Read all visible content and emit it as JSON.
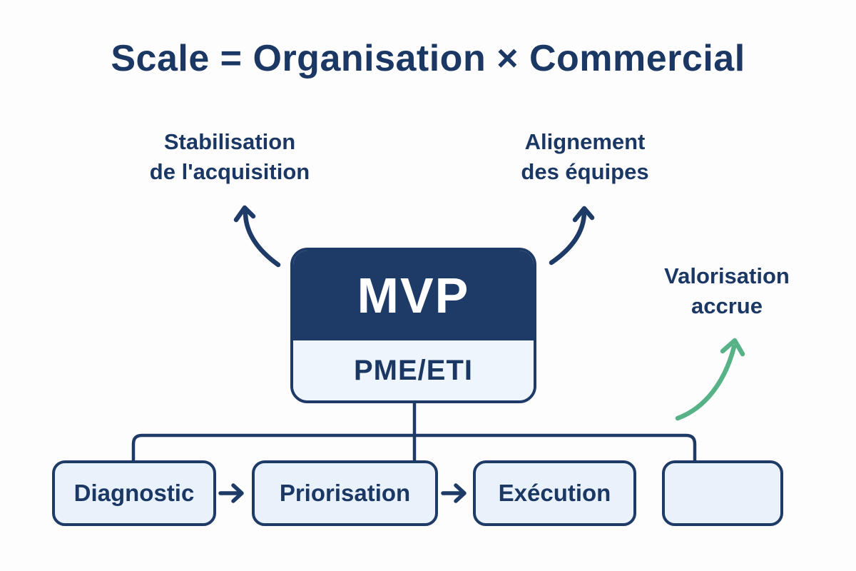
{
  "title": "Scale = Organisation × Commercial",
  "annotations": {
    "stabilisation": {
      "line1": "Stabilisation",
      "line2": "de l'acquisition"
    },
    "alignement": {
      "line1": "Alignement",
      "line2": "des équipes"
    },
    "valorisation": {
      "line1": "Valorisation",
      "line2": "accrue"
    }
  },
  "mvp": {
    "title": "MVP",
    "subtitle": "PME/ETI"
  },
  "steps": [
    {
      "label": "Diagnostic"
    },
    {
      "label": "Priorisation"
    },
    {
      "label": "Exécution"
    },
    {
      "label": ""
    }
  ],
  "icons": {
    "step_connector_arrow": "→",
    "curved_arrow_left": "arrow to stabilisation",
    "curved_arrow_right": "arrow to alignement",
    "curved_arrow_green": "arrow to valorisation"
  },
  "colors": {
    "navy": "#1e3a66",
    "text_navy": "#1b3764",
    "box_fill_light_blue": "#e9f2fb",
    "mvp_bottom_fill": "#eef5fc",
    "green_arrow": "#57b287",
    "background": "#fdfdfe",
    "mvp_text": "#ffffff"
  }
}
